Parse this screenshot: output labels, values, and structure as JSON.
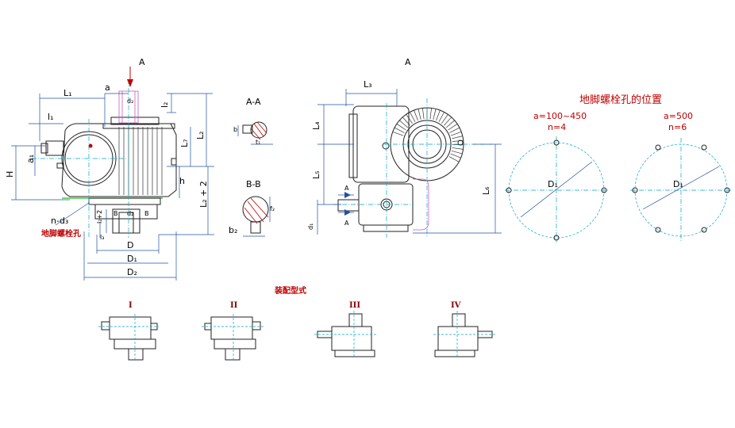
{
  "view_labels": {
    "a_arrow": "A",
    "section_aa": "A-A",
    "section_bb": "B-B",
    "view_a": "A"
  },
  "dims_left": {
    "l1": "L₁",
    "l1_small": "l₁",
    "a": "a",
    "d2": "d₂",
    "l2": "l₂",
    "L7": "L₇",
    "L2": "L₂",
    "h": "h",
    "H": "H",
    "a1": "a₁",
    "L2p2": "L₂ + 2",
    "l2p2": "l₂+2",
    "b_left": "B",
    "b_right": "B",
    "d2_base": "d₂",
    "l3": "l₃",
    "D": "D",
    "D1": "D₁",
    "D2": "D₂",
    "n_d3": "n-d₃",
    "anchor_hole": "地脚螺栓孔"
  },
  "dims_section": {
    "b": "b",
    "t1": "t₁",
    "f2": "f₂",
    "b2": "b₂"
  },
  "dims_front": {
    "L3": "L₃",
    "L4": "L₄",
    "L5": "L₅",
    "L6": "L₆",
    "d1": "d₁",
    "sec_a_top": "A",
    "sec_a_bot": "A"
  },
  "bolt_layout": {
    "title": "地脚螺栓孔的位置",
    "left": {
      "a_range": "a=100~450",
      "n": "n=4",
      "diam": "D₁"
    },
    "right": {
      "a_range": "a=500",
      "n": "n=6",
      "diam": "D₁"
    }
  },
  "assembly": {
    "title": "装配型式",
    "types": [
      "I",
      "II",
      "III",
      "IV"
    ]
  },
  "colors": {
    "dimension": "#2050a0",
    "centerline": "#00a5c8",
    "highlight": "#c060c0",
    "annotation": "#c00000"
  }
}
